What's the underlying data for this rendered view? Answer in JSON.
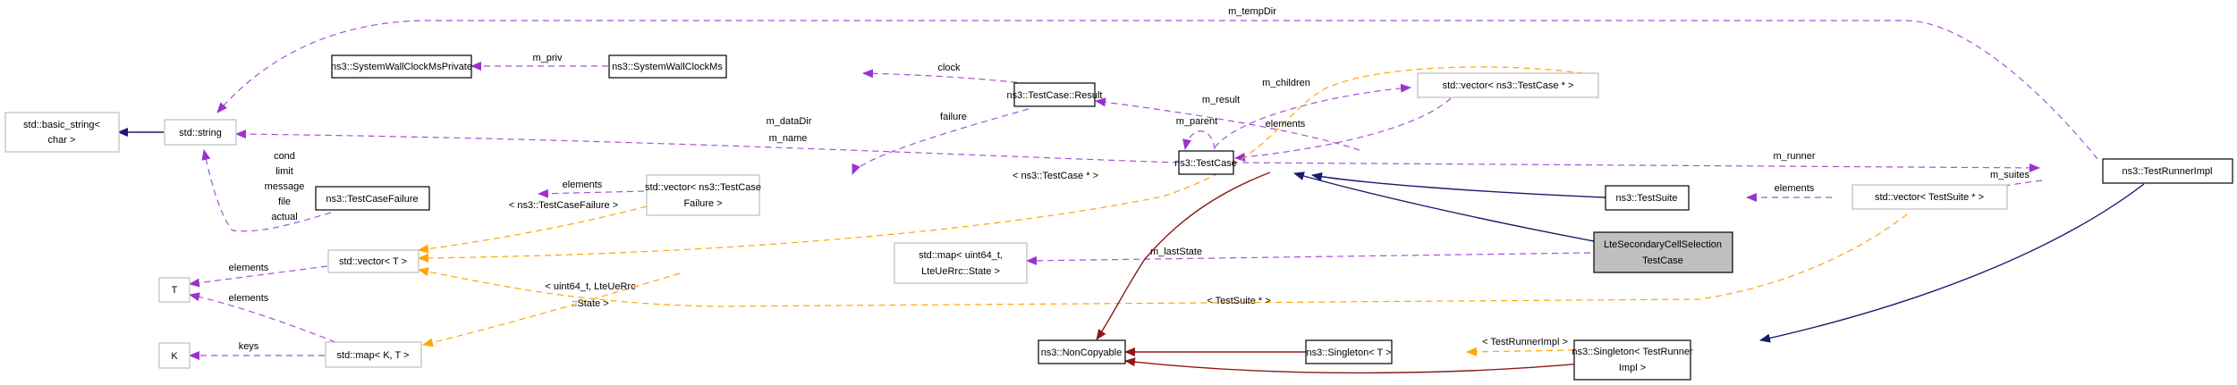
{
  "diagram": {
    "title": "Collaboration diagram for LteSecondaryCellSelectionTestCase",
    "colors": {
      "usage_edge": "#9a32cd",
      "template_edge": "#ffa500",
      "public_inheritance": "#191970",
      "private_inheritance": "#8b1a1a",
      "focus_fill": "#bfbfbf",
      "undocumented_border": "#bfbfbf",
      "documented_border": "#000000"
    },
    "nodes": {
      "basic_string": {
        "lines": [
          "std::basic_string<",
          "char >"
        ],
        "kind": "undoc"
      },
      "string": {
        "lines": [
          "std::string"
        ],
        "kind": "undoc"
      },
      "clock_private": {
        "lines": [
          "ns3::SystemWallClockMsPrivate"
        ],
        "kind": "documented"
      },
      "clock": {
        "lines": [
          "ns3::SystemWallClockMs"
        ],
        "kind": "documented"
      },
      "result": {
        "lines": [
          "ns3::TestCase::Result"
        ],
        "kind": "documented"
      },
      "failure": {
        "lines": [
          "ns3::TestCaseFailure"
        ],
        "kind": "documented"
      },
      "vec_failure": {
        "lines": [
          "std::vector< ns3::TestCase",
          "Failure >"
        ],
        "kind": "undoc"
      },
      "vec_t": {
        "lines": [
          "std::vector< T >"
        ],
        "kind": "undoc"
      },
      "t": {
        "lines": [
          "T"
        ],
        "kind": "undoc"
      },
      "k": {
        "lines": [
          "K"
        ],
        "kind": "undoc"
      },
      "map_kt": {
        "lines": [
          "std::map< K, T >"
        ],
        "kind": "undoc"
      },
      "map_state": {
        "lines": [
          "std::map< uint64_t,",
          "LteUeRrc::State >"
        ],
        "kind": "undoc"
      },
      "testcase": {
        "lines": [
          "ns3::TestCase"
        ],
        "kind": "documented"
      },
      "vec_testcase": {
        "lines": [
          "std::vector< ns3::TestCase * >"
        ],
        "kind": "undoc"
      },
      "noncopyable": {
        "lines": [
          "ns3::NonCopyable"
        ],
        "kind": "documented"
      },
      "singleton_t": {
        "lines": [
          "ns3::Singleton< T >"
        ],
        "kind": "documented"
      },
      "singleton_runner": {
        "lines": [
          "ns3::Singleton< TestRunner",
          "Impl >"
        ],
        "kind": "documented"
      },
      "testsuite": {
        "lines": [
          "ns3::TestSuite"
        ],
        "kind": "documented"
      },
      "vec_testsuite": {
        "lines": [
          "std::vector< TestSuite * >"
        ],
        "kind": "undoc"
      },
      "runner_impl": {
        "lines": [
          "ns3::TestRunnerImpl"
        ],
        "kind": "documented"
      },
      "focus": {
        "lines": [
          "LteSecondaryCellSelection",
          "TestCase"
        ],
        "kind": "focus"
      }
    },
    "edge_labels": {
      "m_tempDir": "m_tempDir",
      "m_priv": "m_priv",
      "clock": "clock",
      "m_result": "m_result",
      "m_children": "m_children",
      "m_parent": "m_parent",
      "elements_vec_testcase": "elements",
      "m_dataDir": "m_dataDir",
      "m_name": "m_name",
      "failure": "failure",
      "tmpl_testcase_ptr": "< ns3::TestCase * >",
      "m_runner": "m_runner",
      "m_suites": "m_suites",
      "elements_testsuite": "elements",
      "elements_failure": "elements",
      "tmpl_failure": "< ns3::TestCaseFailure >",
      "string_fields": [
        "cond",
        "limit",
        "message",
        "file",
        "actual"
      ],
      "elements_vec_t": "elements",
      "elements_map_t": "elements",
      "keys": "keys",
      "m_lastState": "m_lastState",
      "tmpl_state": [
        "< uint64_t, LteUeRrc",
        "::State >"
      ],
      "tmpl_testsuite_ptr": "< TestSuite * >",
      "tmpl_runner": "< TestRunnerImpl >"
    }
  }
}
